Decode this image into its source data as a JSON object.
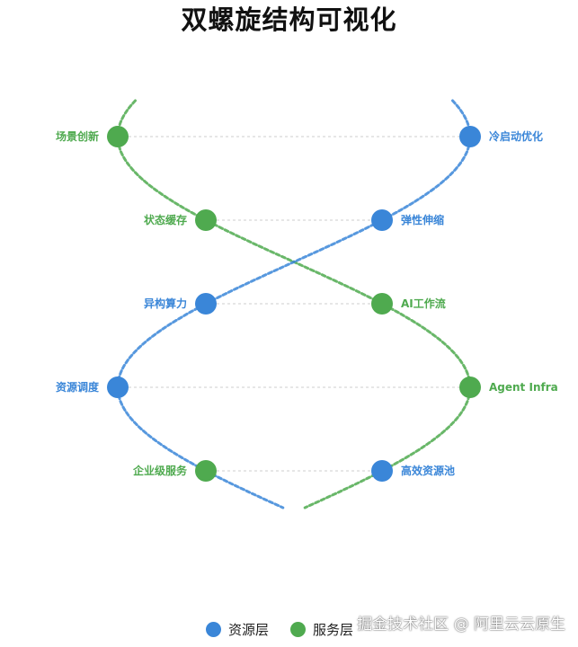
{
  "title": "双螺旋结构可视化",
  "colors": {
    "resource": "#3a86d8",
    "service": "#4faa4f",
    "rung": "#cccccc"
  },
  "levels": [
    {
      "left": {
        "label": "场景创新",
        "layer": "service"
      },
      "right": {
        "label": "冷启动优化",
        "layer": "resource"
      }
    },
    {
      "left": {
        "label": "状态缓存",
        "layer": "service"
      },
      "right": {
        "label": "弹性伸缩",
        "layer": "resource"
      }
    },
    {
      "left": {
        "label": "异构算力",
        "layer": "resource"
      },
      "right": {
        "label": "AI工作流",
        "layer": "service"
      }
    },
    {
      "left": {
        "label": "资源调度",
        "layer": "resource"
      },
      "right": {
        "label": "Agent Infra",
        "layer": "service"
      }
    },
    {
      "left": {
        "label": "企业级服务",
        "layer": "service"
      },
      "right": {
        "label": "高效资源池",
        "layer": "resource"
      }
    }
  ],
  "legend": {
    "resource_label": "资源层",
    "service_label": "服务层"
  },
  "watermark": "掘金技术社区 @ 阿里云云原生"
}
